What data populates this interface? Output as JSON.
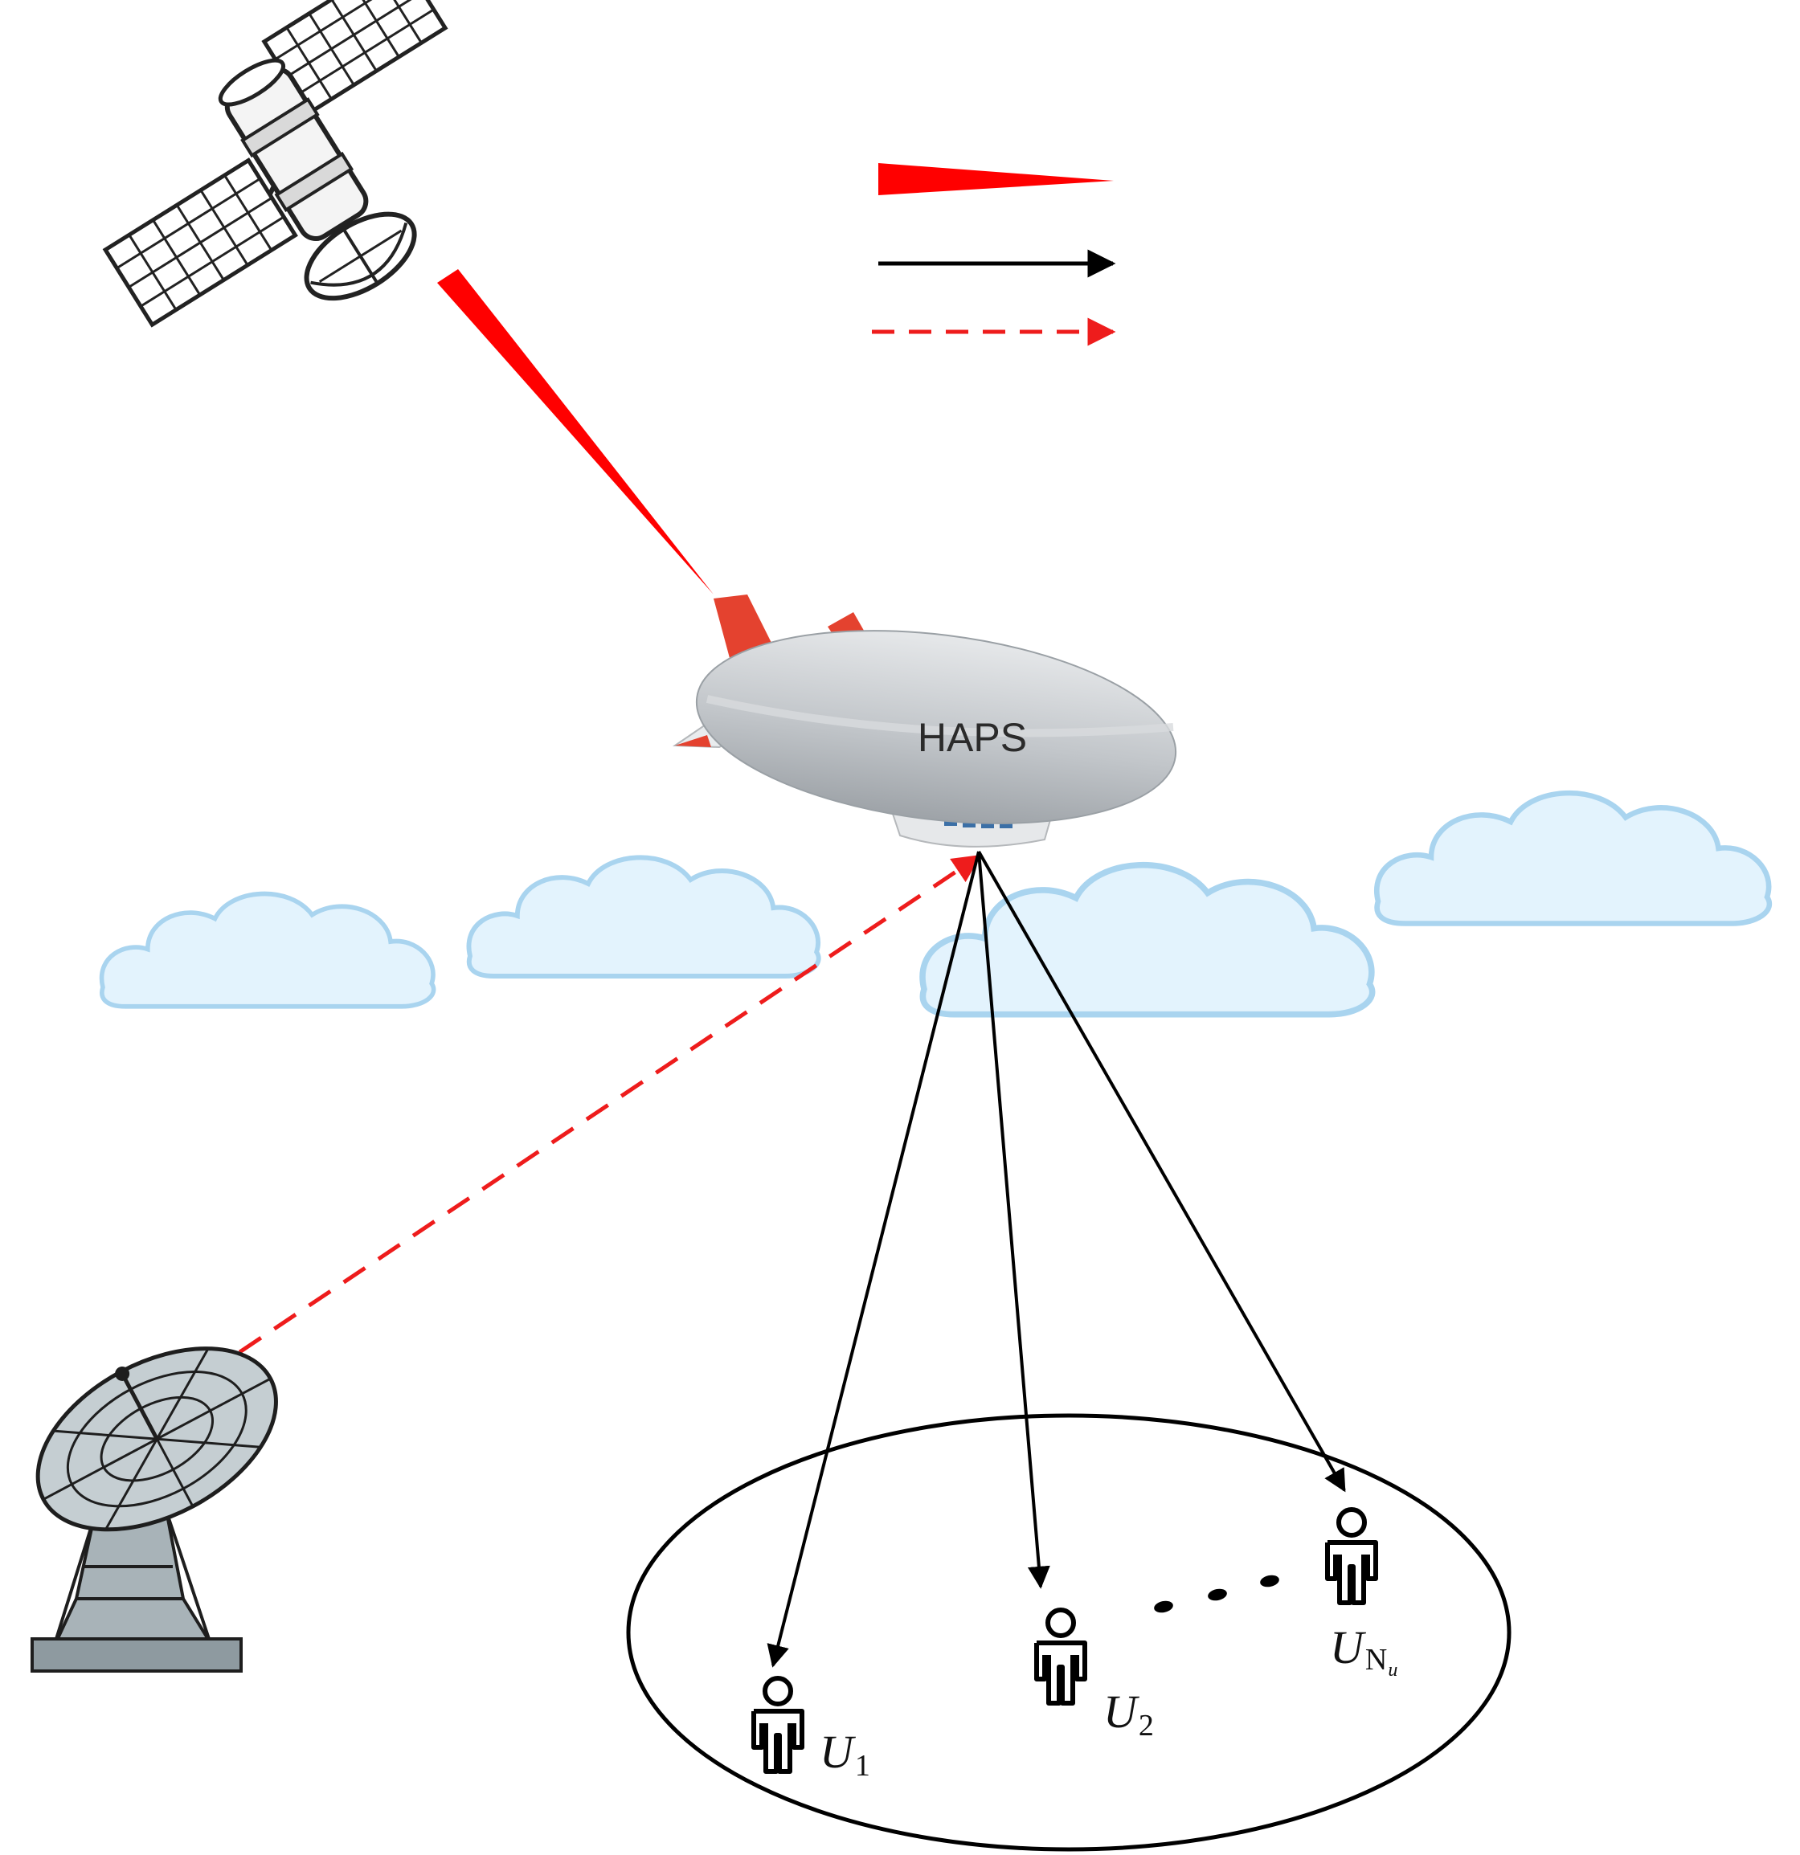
{
  "haps": {
    "label": "HAPS"
  },
  "users": [
    {
      "symbol": "U",
      "subscript": "1"
    },
    {
      "symbol": "U",
      "subscript": "2"
    },
    {
      "symbol": "U",
      "subscript": "N",
      "subsubscript": "u"
    }
  ],
  "colors": {
    "laser_link": "#ff0000",
    "rf_link": "#000000",
    "ground_link": "#ee1c1c",
    "cloud_fill": "#e3f3fd",
    "cloud_stroke": "#a9d4ef",
    "haps_body": "#c4c7ca",
    "haps_fin": "#e4422f"
  },
  "icons": {
    "satellite": "satellite-icon",
    "haps": "airship-icon",
    "ground_station": "dish-antenna-icon",
    "user": "person-icon"
  }
}
